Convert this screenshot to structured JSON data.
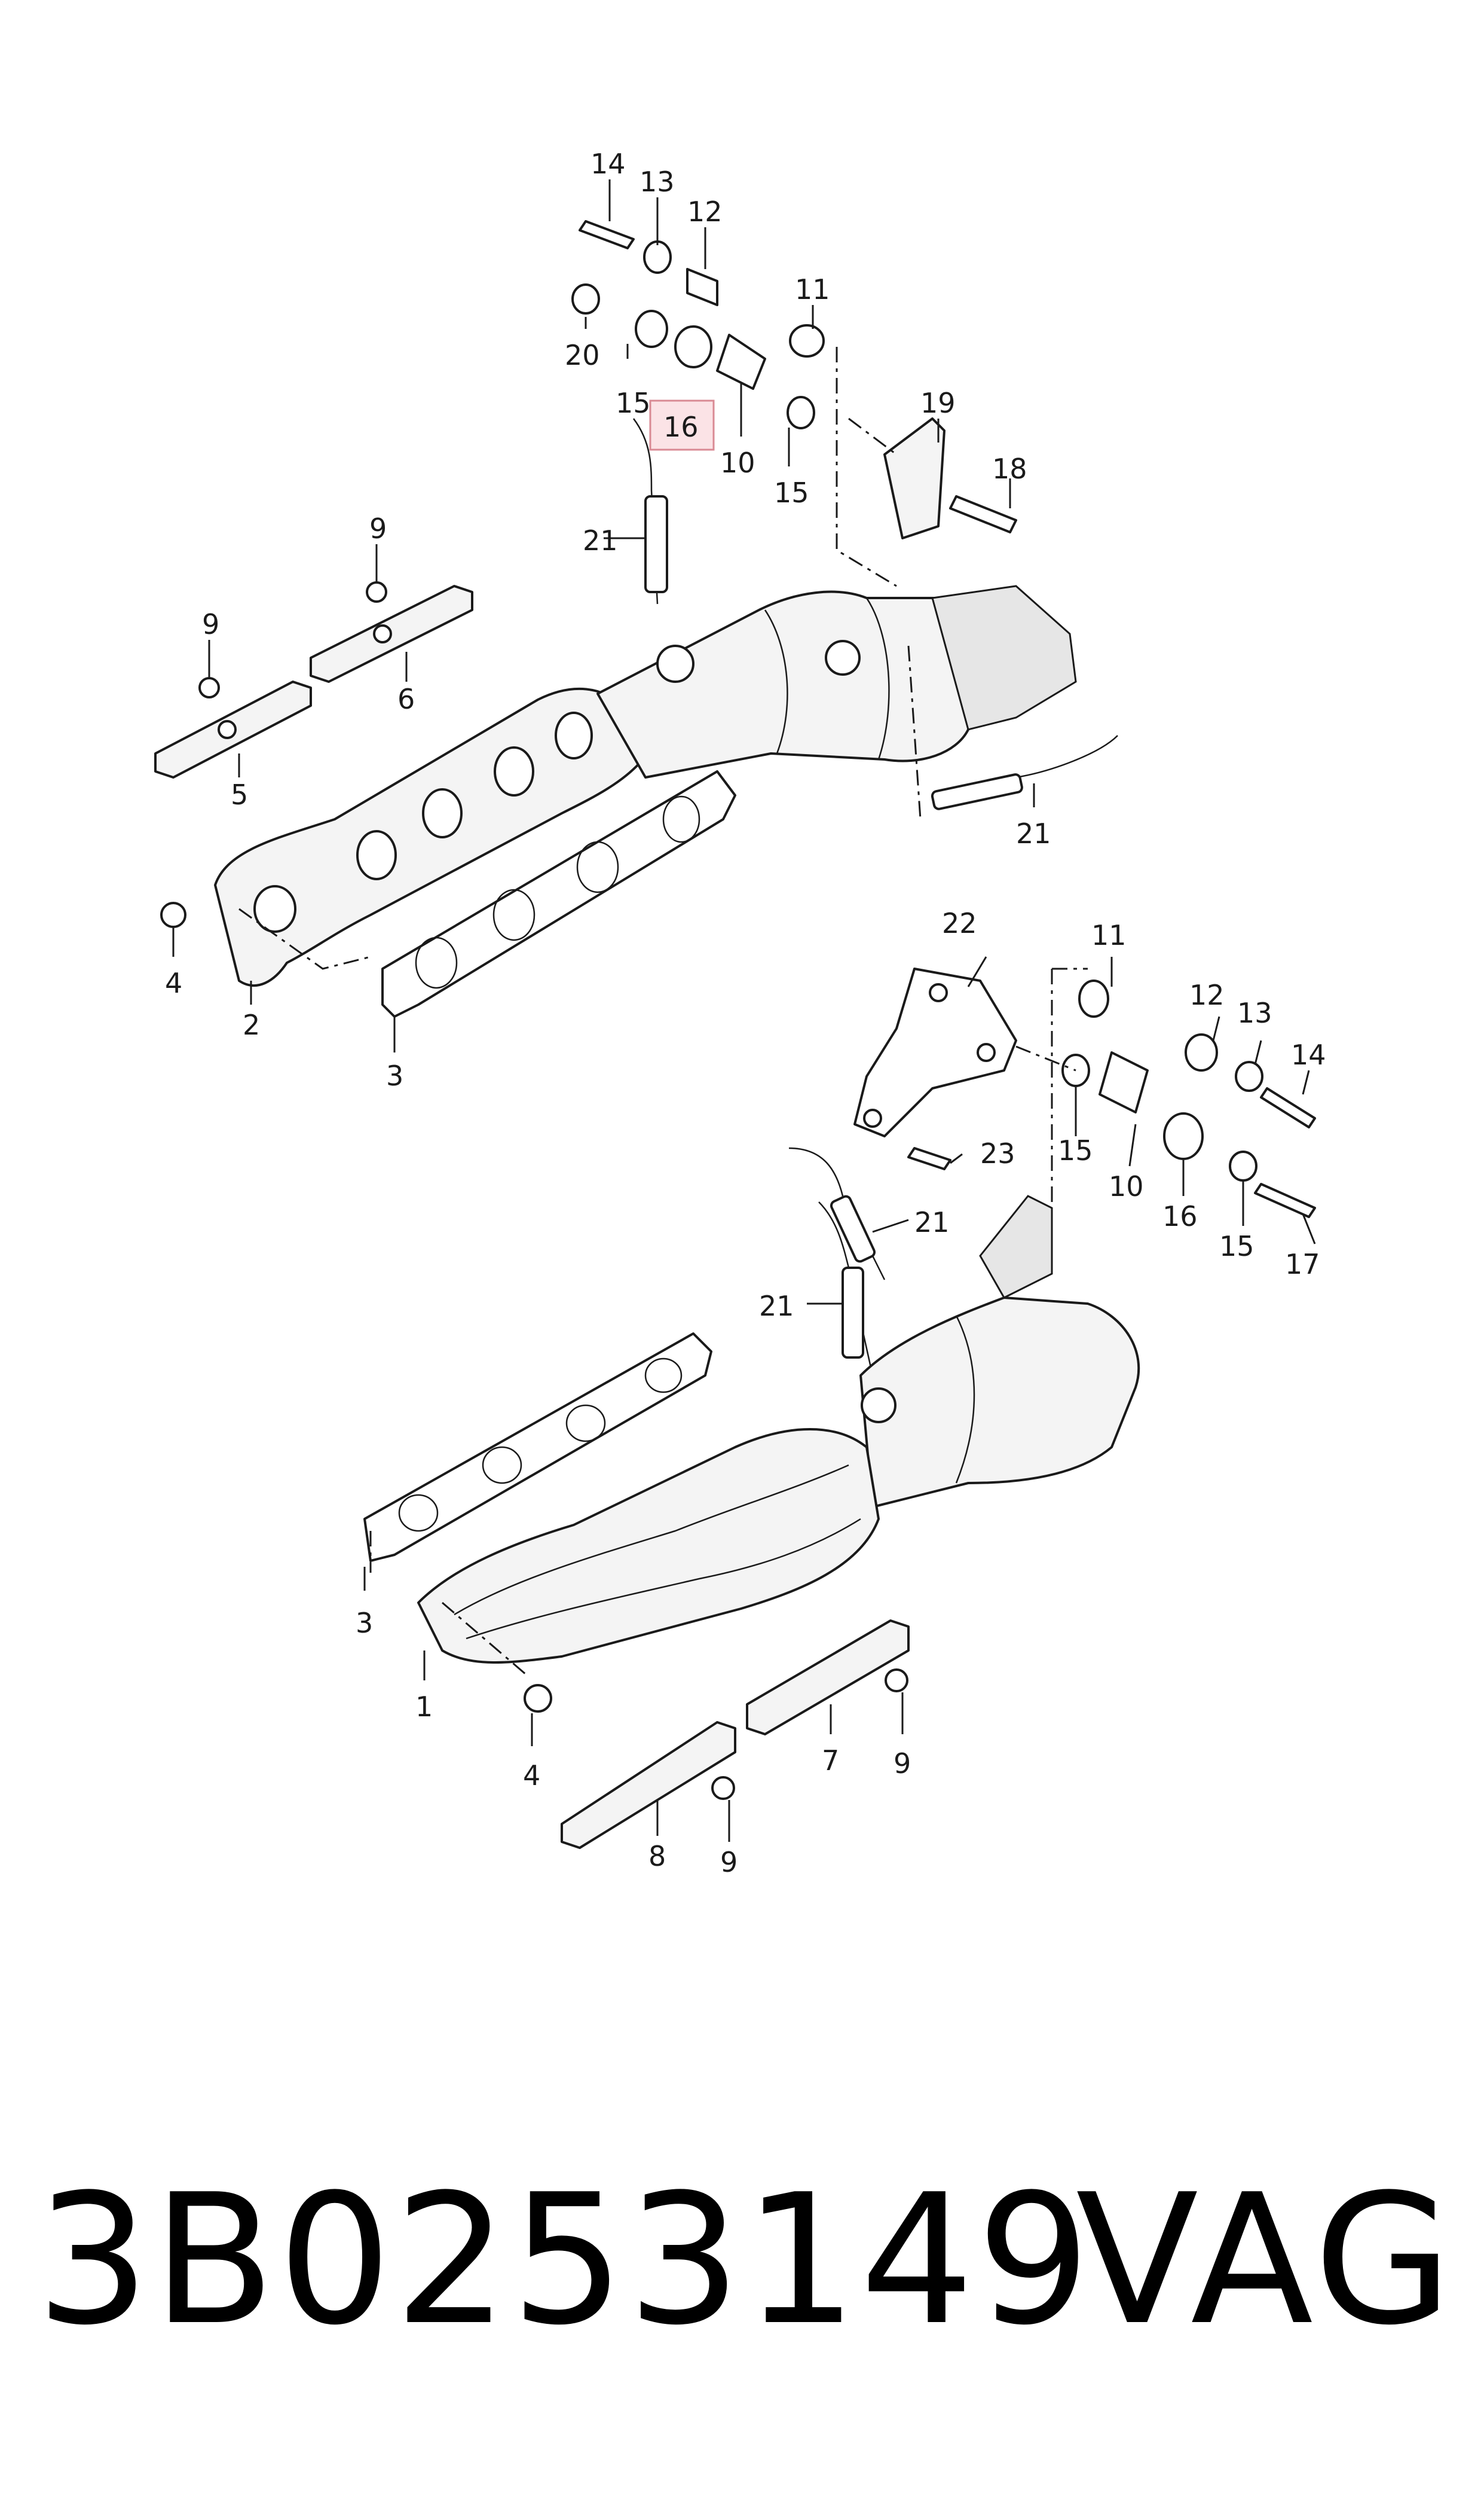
{
  "diagram": {
    "callouts": {
      "c14a": "14",
      "c13a": "13",
      "c12a": "12",
      "c11a": "11",
      "c20": "20",
      "c15a": "15",
      "c16a": "16",
      "c10a": "10",
      "c15b": "15",
      "c19": "19",
      "c18": "18",
      "c21a": "21",
      "c21b": "21",
      "c9a": "9",
      "c9b": "9",
      "c6": "6",
      "c5": "5",
      "c4a": "4",
      "c2": "2",
      "c3a": "3",
      "c22": "22",
      "c11b": "11",
      "c12b": "12",
      "c13b": "13",
      "c14b": "14",
      "c15c": "15",
      "c23": "23",
      "c10b": "10",
      "c16b": "16",
      "c15d": "15",
      "c17": "17",
      "c21c": "21",
      "c21d": "21",
      "c3b": "3",
      "c1": "1",
      "c4b": "4",
      "c7": "7",
      "c9c": "9",
      "c8": "8",
      "c9d": "9"
    },
    "highlighted_callout": "16",
    "highlight_color": "#fbe3e6"
  },
  "footer": {
    "part_number": "3B0253149",
    "brand": "VAG"
  }
}
